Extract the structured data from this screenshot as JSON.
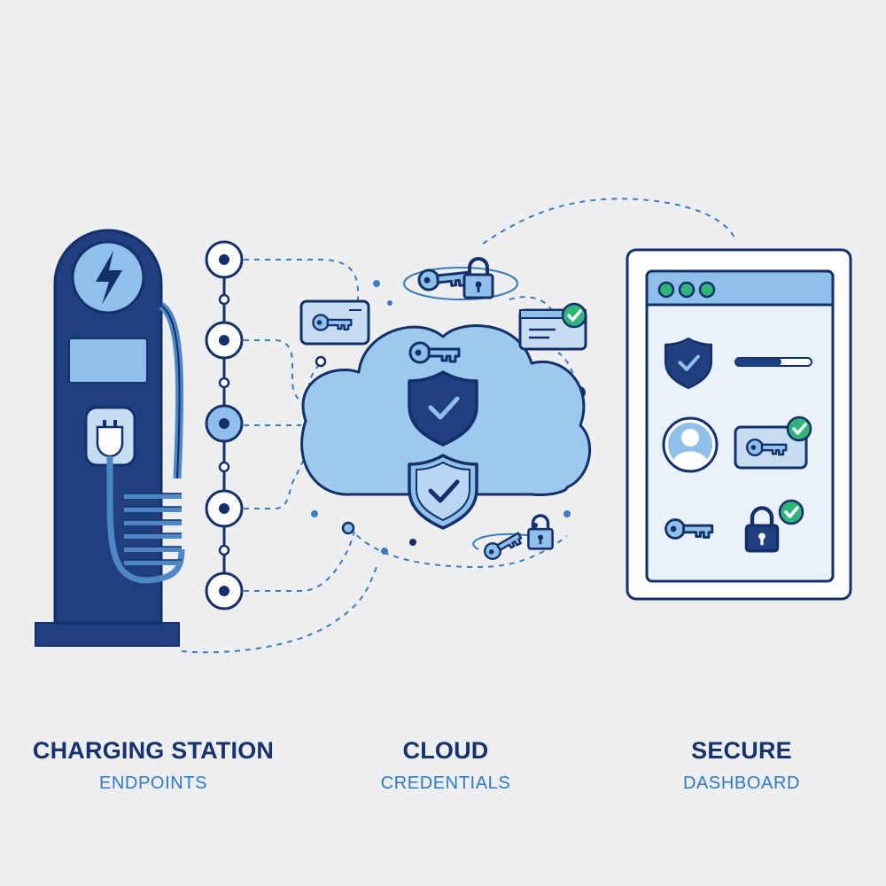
{
  "colors": {
    "background": "#eceef0",
    "navy": "#1f3f7e",
    "outline": "#14306a",
    "light_blue": "#8fc0ea",
    "pale_blue": "#d6e6f6",
    "screen_bg": "#e9f1fa",
    "green_check": "#2fb57a",
    "caption_title": "#17336b",
    "caption_sub": "#2e7bc4"
  },
  "captions": [
    {
      "title": "CHARGING STATION",
      "subtitle": "ENDPOINTS"
    },
    {
      "title": "CLOUD",
      "subtitle": "CREDENTIALS"
    },
    {
      "title": "SECURE",
      "subtitle": "DASHBOARD"
    }
  ],
  "icons": [
    "lightning-bolt-icon",
    "plug-icon",
    "key-icon",
    "padlock-icon",
    "shield-check-icon",
    "id-card-icon",
    "user-avatar-icon",
    "check-badge-icon"
  ]
}
